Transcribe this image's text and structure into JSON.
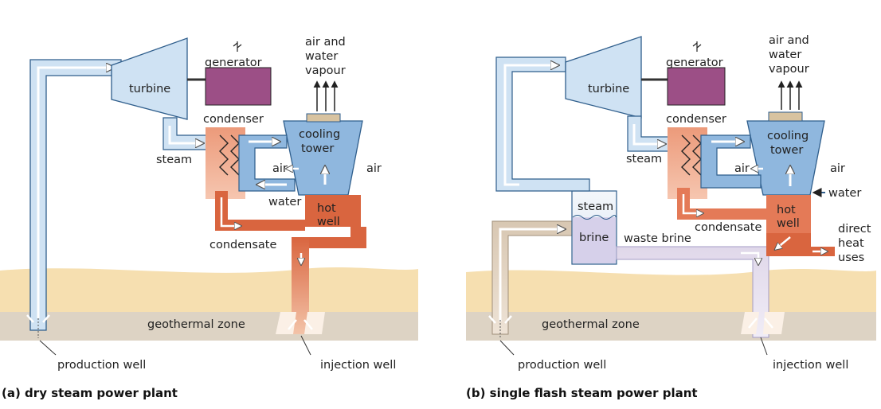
{
  "panel_a": {
    "caption": "(a) dry steam power plant",
    "labels": {
      "air_vapour_1": "air and",
      "air_vapour_2": "water",
      "air_vapour_3": "vapour",
      "generator": "generator",
      "turbine": "turbine",
      "condenser": "condenser",
      "cooling_1": "cooling",
      "cooling_2": "tower",
      "steam": "steam",
      "air_left": "air",
      "air_right": "air",
      "water": "water",
      "hot_1": "hot",
      "hot_2": "well",
      "condensate": "condensate",
      "geothermal": "geothermal zone",
      "production": "production well",
      "injection": "injection well"
    }
  },
  "panel_b": {
    "caption": "(b) single flash steam power plant",
    "labels": {
      "air_vapour_1": "air and",
      "air_vapour_2": "water",
      "air_vapour_3": "vapour",
      "generator": "generator",
      "turbine": "turbine",
      "condenser": "condenser",
      "cooling_1": "cooling",
      "cooling_2": "tower",
      "steam": "steam",
      "separator_steam": "steam",
      "brine": "brine",
      "waste_brine": "waste brine",
      "air_left": "air",
      "air_right": "air",
      "water": "water",
      "hot_1": "hot",
      "hot_2": "well",
      "condensate": "condensate",
      "direct_1": "direct",
      "direct_2": "heat",
      "direct_3": "uses",
      "geothermal": "geothermal zone",
      "production": "production well",
      "injection": "injection well"
    }
  },
  "colors": {
    "steam_blue": "#cfe2f3",
    "tower_blue": "#8fb7de",
    "generator": "#9c4f86",
    "condenser": "#ec9a7a",
    "hot_water": "#d9653f",
    "ground_sand": "#f6dfb0",
    "ground_rock": "#ddd3c4",
    "brine": "#d6d0ea",
    "outline": "#2f5e8c"
  }
}
